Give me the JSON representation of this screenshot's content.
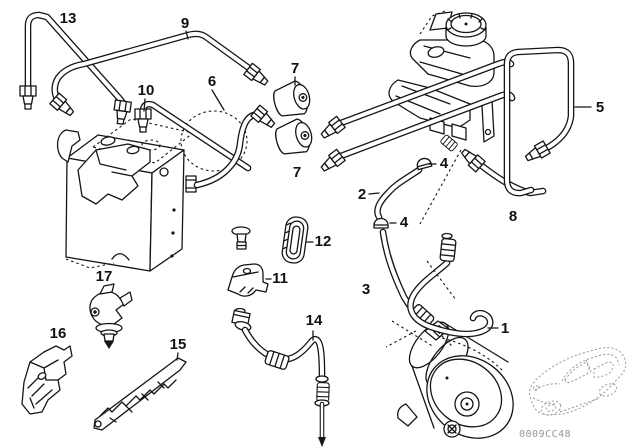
{
  "colors": {
    "background": "#ffffff",
    "line": "#151515",
    "watermark": "#9c9c9c"
  },
  "callouts": {
    "c1": "1",
    "c2": "2",
    "c3": "3",
    "c4a": "4",
    "c4b": "4",
    "c5": "5",
    "c6": "6",
    "c7a": "7",
    "c7b": "7",
    "c8": "8",
    "c9": "9",
    "c10": "10",
    "c11": "11",
    "c12": "12",
    "c13": "13",
    "c14": "14",
    "c15": "15",
    "c16": "16",
    "c17": "17"
  },
  "watermark_code": "0009CC48"
}
